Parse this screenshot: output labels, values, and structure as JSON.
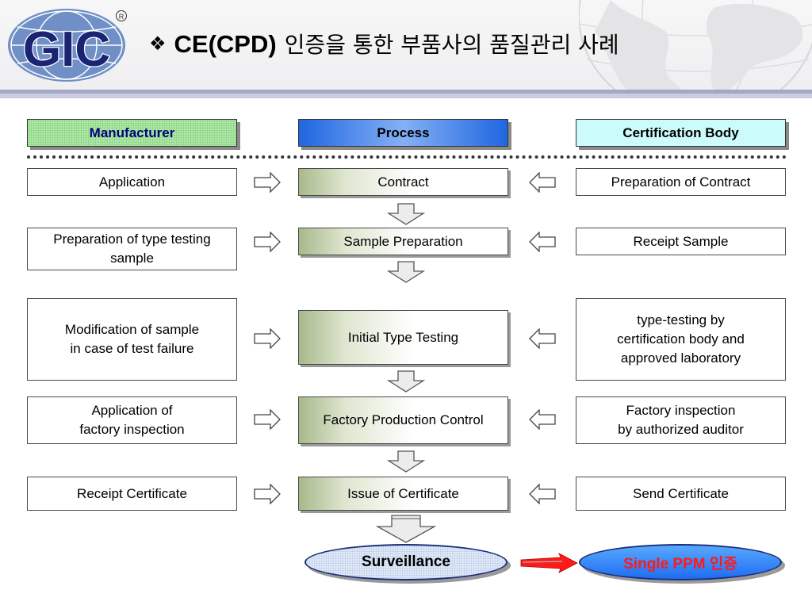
{
  "logo": {
    "text": "GIC",
    "registered": "®"
  },
  "title": {
    "bullet": "❖",
    "lead": "CE(CPD)",
    "rest": "인증을 통한 부품사의 품질관리 사례"
  },
  "columns": {
    "manufacturer": "Manufacturer",
    "process": "Process",
    "certification_body": "Certification Body"
  },
  "rows": [
    {
      "manufacturer": "Application",
      "process": "Contract",
      "certification_body": "Preparation of Contract"
    },
    {
      "manufacturer": "Preparation of type testing\nsample",
      "process": "Sample Preparation",
      "certification_body": "Receipt Sample"
    },
    {
      "manufacturer": "Modification of sample\nin case of test failure",
      "process": "Initial Type Testing",
      "certification_body": "type-testing by\ncertification body and\napproved laboratory"
    },
    {
      "manufacturer": "Application of\nfactory inspection",
      "process": "Factory Production Control",
      "certification_body": "Factory inspection\nby authorized auditor"
    },
    {
      "manufacturer": "Receipt Certificate",
      "process": "Issue of Certificate",
      "certification_body": "Send Certificate"
    }
  ],
  "outcomes": {
    "surveillance": "Surveillance",
    "ppm": "Single PPM 인증"
  },
  "colors": {
    "accent_red": "#ff1a1a",
    "oval_blue": "#1f6df0",
    "process_header": "#1f66e0"
  }
}
